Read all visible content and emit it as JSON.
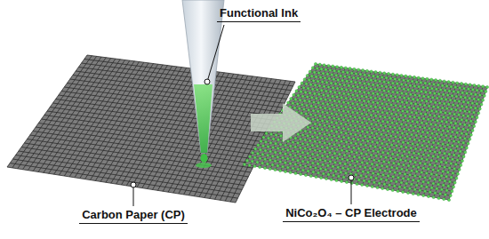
{
  "diagram": {
    "labels": [
      "Functional Ink",
      "Carbon Paper (CP)",
      "NiCo₂O₄ – CP Electrode"
    ]
  }
}
